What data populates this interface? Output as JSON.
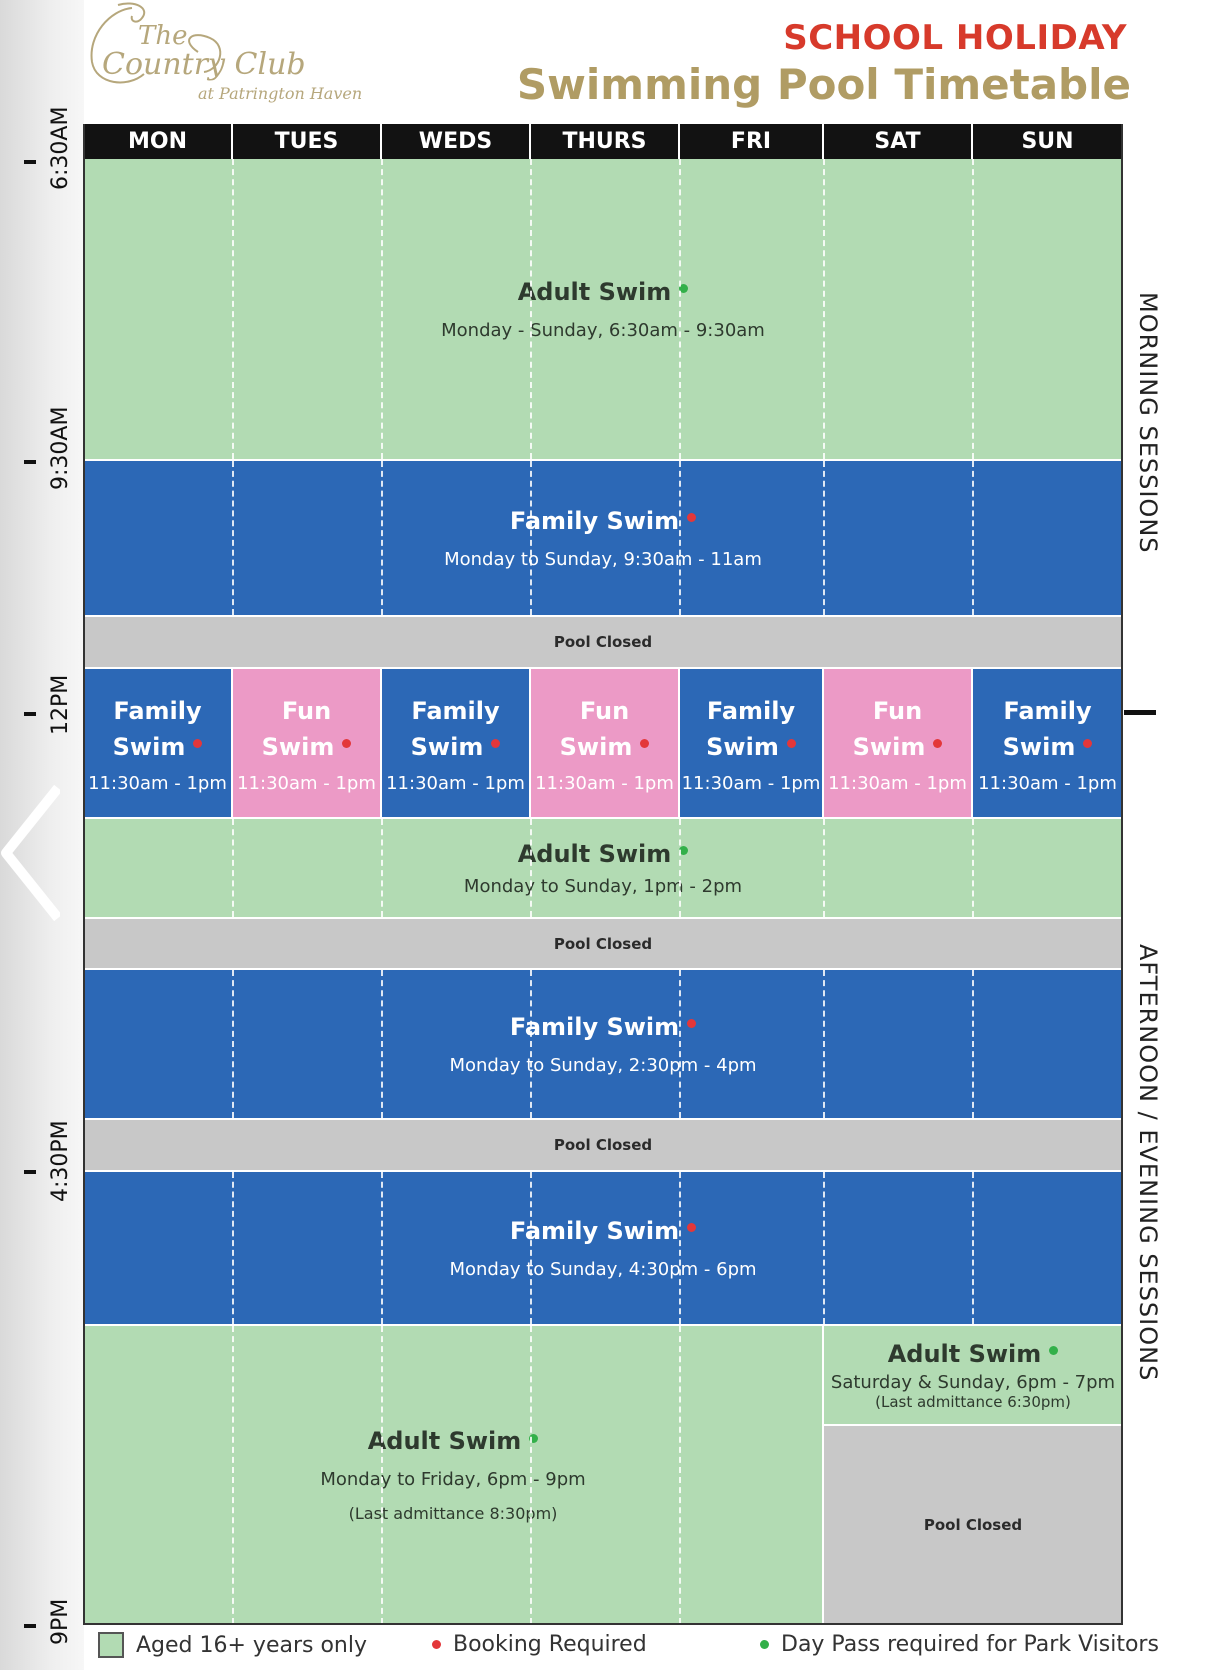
{
  "logo": {
    "line1": "The",
    "line2": "Country Club",
    "sub": "at Patrington Haven"
  },
  "title": {
    "line1": "SCHOOL HOLIDAY",
    "line2": "Swimming Pool Timetable"
  },
  "days": [
    "MON",
    "TUES",
    "WEDS",
    "THURS",
    "FRI",
    "SAT",
    "SUN"
  ],
  "times": [
    "6:30AM",
    "9:30AM",
    "12PM",
    "4:30PM",
    "9PM"
  ],
  "side_labels": {
    "morning": "MORNING SESSIONS",
    "afternoon": "AFTERNOON / EVENING SESSIONS"
  },
  "sessions": {
    "adult_morning": {
      "name": "Adult Swim",
      "time": "Monday - Sunday, 6:30am - 9:30am"
    },
    "family_morning": {
      "name": "Family Swim",
      "time": "Monday to Sunday, 9:30am - 11am"
    },
    "closed_1": "Pool Closed",
    "midday": [
      {
        "name1": "Family",
        "name2": "Swim",
        "time": "11:30am - 1pm",
        "color": "#2c68b6"
      },
      {
        "name1": "Fun",
        "name2": "Swim",
        "time": "11:30am - 1pm",
        "color": "#ec9ac6"
      },
      {
        "name1": "Family",
        "name2": "Swim",
        "time": "11:30am - 1pm",
        "color": "#2c68b6"
      },
      {
        "name1": "Fun",
        "name2": "Swim",
        "time": "11:30am - 1pm",
        "color": "#ec9ac6"
      },
      {
        "name1": "Family",
        "name2": "Swim",
        "time": "11:30am - 1pm",
        "color": "#2c68b6"
      },
      {
        "name1": "Fun",
        "name2": "Swim",
        "time": "11:30am - 1pm",
        "color": "#ec9ac6"
      },
      {
        "name1": "Family",
        "name2": "Swim",
        "time": "11:30am - 1pm",
        "color": "#2c68b6"
      }
    ],
    "adult_lunch": {
      "name": "Adult Swim",
      "time": "Monday to Sunday, 1pm - 2pm"
    },
    "closed_2": "Pool Closed",
    "family_afternoon": {
      "name": "Family Swim",
      "time": "Monday to Sunday, 2:30pm - 4pm"
    },
    "closed_3": "Pool Closed",
    "family_evening": {
      "name": "Family Swim",
      "time": "Monday to Sunday, 4:30pm - 6pm"
    },
    "adult_weekday_evening": {
      "name": "Adult Swim",
      "time": "Monday to Friday, 6pm - 9pm",
      "note": "(Last admittance 8:30pm)"
    },
    "adult_weekend_evening": {
      "name": "Adult Swim",
      "time": "Saturday & Sunday, 6pm - 7pm",
      "note": "(Last admittance 6:30pm)"
    },
    "closed_4": "Pool Closed"
  },
  "legend": {
    "aged": "Aged 16+ years only",
    "booking": "Booking Required",
    "daypass": "Day Pass required for Park Visitors"
  },
  "colors": {
    "green": "#b2dbb3",
    "blue": "#2c68b6",
    "pink": "#ec9ac6",
    "gray": "#c8c8c8",
    "booking_dot": "#e3373a",
    "daypass_dot": "#33b04a",
    "title_red": "#d73a2b",
    "title_gold": "#b09c64"
  },
  "icons": {
    "prev": "chevron-left-icon",
    "next": "chevron-right-icon"
  }
}
